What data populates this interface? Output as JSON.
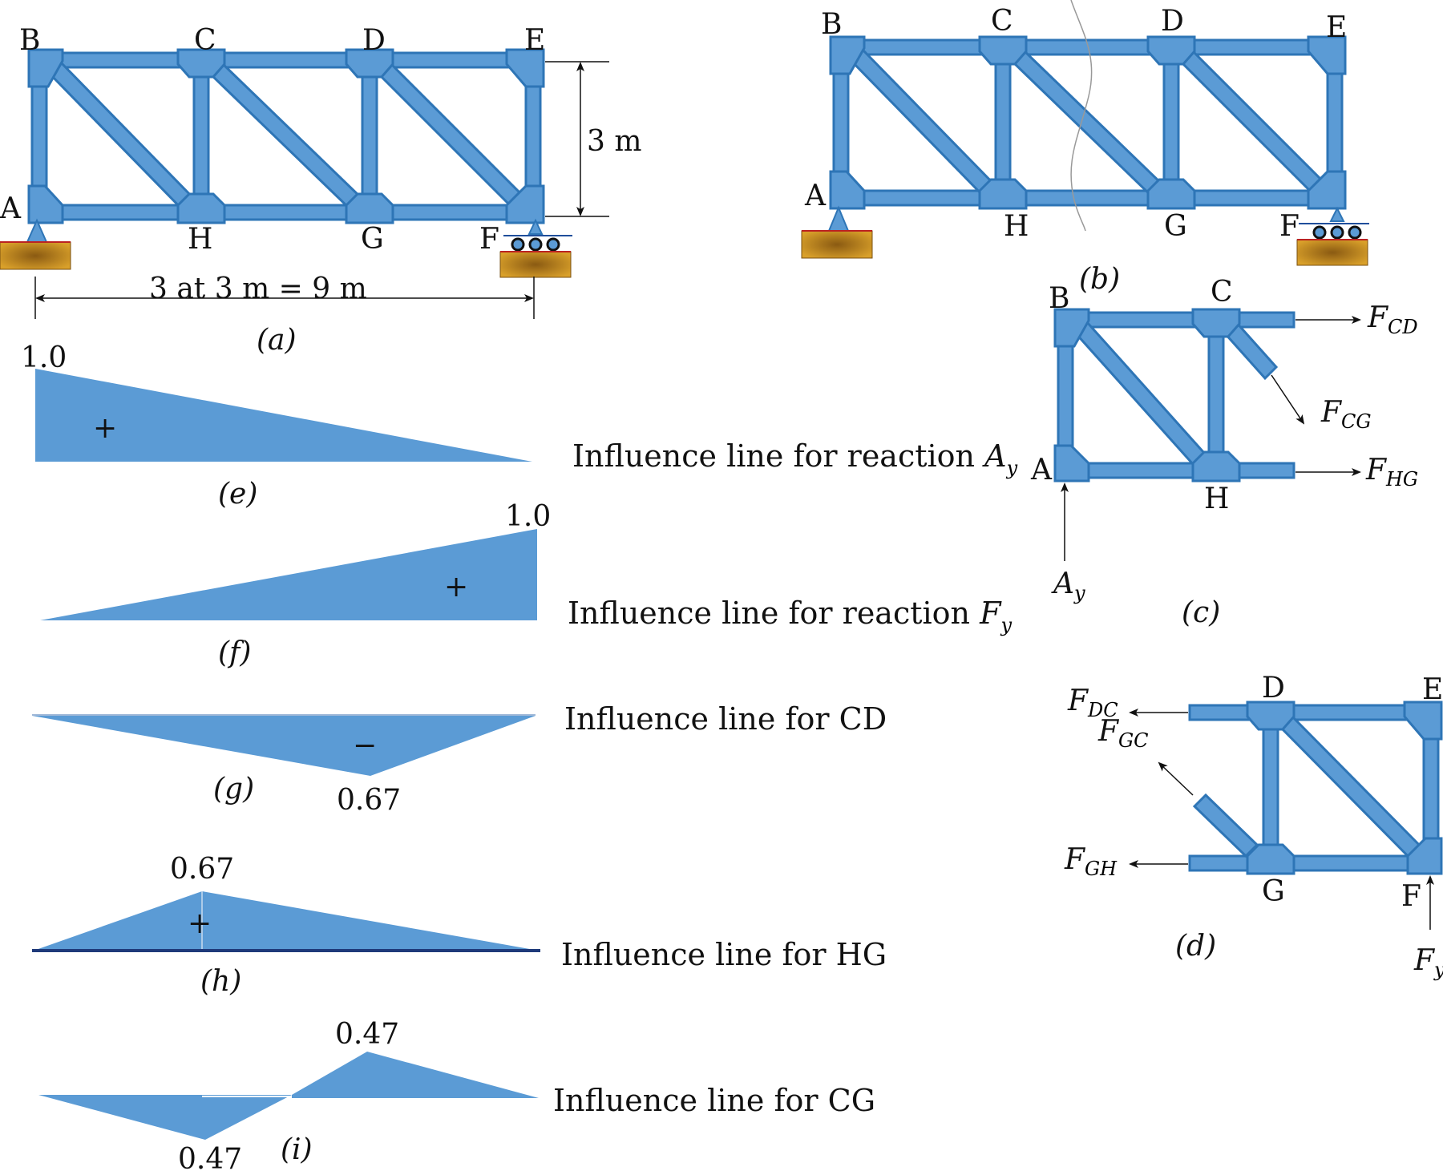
{
  "truss_a": {
    "joints": {
      "B": "B",
      "C": "C",
      "D": "D",
      "E": "E",
      "A": "A",
      "H": "H",
      "G": "G",
      "F": "F"
    },
    "height_label": "3 m",
    "span_label": "3 at 3 m = 9 m",
    "caption": "(a)"
  },
  "truss_b": {
    "joints": {
      "B": "B",
      "C": "C",
      "D": "D",
      "E": "E",
      "A": "A",
      "H": "H",
      "G": "G",
      "F": "F"
    },
    "caption": "(b)"
  },
  "fbd_c": {
    "joints": {
      "B": "B",
      "C": "C",
      "A": "A",
      "H": "H"
    },
    "forces": {
      "FCD": {
        "main": "F",
        "sub": "CD"
      },
      "FCG": {
        "main": "F",
        "sub": "CG"
      },
      "FHG": {
        "main": "F",
        "sub": "HG"
      },
      "Ay": {
        "main": "A",
        "sub": "y"
      }
    },
    "caption": "(c)"
  },
  "fbd_d": {
    "joints": {
      "D": "D",
      "E": "E",
      "G": "G",
      "F": "F"
    },
    "forces": {
      "FDC": {
        "main": "F",
        "sub": "DC"
      },
      "FGC": {
        "main": "F",
        "sub": "GC"
      },
      "FGH": {
        "main": "F",
        "sub": "GH"
      },
      "Fy": {
        "main": "F",
        "sub": "y"
      }
    },
    "caption": "(d)"
  },
  "influence_lines": [
    {
      "id": "e",
      "title": "Influence line for reaction ",
      "title_var": "A",
      "title_sub": "y",
      "caption": "(e)",
      "sign": "+",
      "values": [
        "1.0"
      ]
    },
    {
      "id": "f",
      "title": "Influence line for reaction ",
      "title_var": "F",
      "title_sub": "y",
      "caption": "(f)",
      "sign": "+",
      "values": [
        "1.0"
      ]
    },
    {
      "id": "g",
      "title": "Influence line for CD",
      "caption": "(g)",
      "sign": "−",
      "values": [
        "0.67"
      ]
    },
    {
      "id": "h",
      "title": "Influence line for HG",
      "caption": "(h)",
      "sign": "+",
      "values": [
        "0.67"
      ]
    },
    {
      "id": "i",
      "title": "Influence line for CG",
      "caption": "(i)",
      "values": [
        "0.47",
        "0.47"
      ]
    }
  ],
  "colors": {
    "member": "#5b9bd5",
    "member_edge": "#2e75b6",
    "support": "#c8961e"
  }
}
